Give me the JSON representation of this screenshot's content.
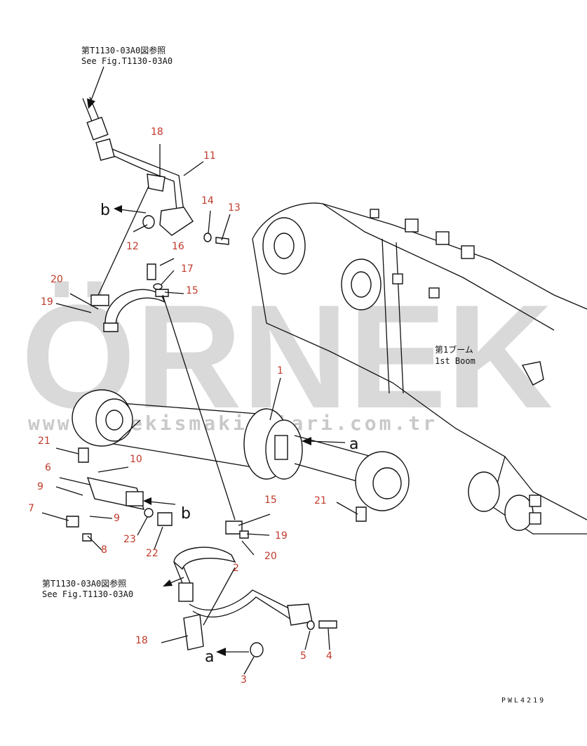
{
  "watermark": {
    "brand": "ÖRNEK",
    "url": "www.ornekismakinalari.com.tr",
    "color": "#d9d9d9"
  },
  "notes": {
    "ref_top_jp": "第T1130-03A0図参照",
    "ref_top_en": "See Fig.T1130-03A0",
    "ref_bottom_jp": "第T1130-03A0図参照",
    "ref_bottom_en": "See Fig.T1130-03A0",
    "boom_jp": "第1ブーム",
    "boom_en": "1st Boom",
    "drawing_no": "PWL4219"
  },
  "arrow_letters": {
    "b_top": "b",
    "a_right": "a",
    "b_mid": "b",
    "a_bottom": "a"
  },
  "label_color": "#c0392b",
  "callouts": {
    "c1": "1",
    "c2": "2",
    "c3": "3",
    "c4": "4",
    "c5": "5",
    "c6": "6",
    "c7": "7",
    "c8": "8",
    "c9a": "9",
    "c9b": "9",
    "c10": "10",
    "c11": "11",
    "c12": "12",
    "c13": "13",
    "c14": "14",
    "c15a": "15",
    "c15b": "15",
    "c16": "16",
    "c17": "17",
    "c18a": "18",
    "c18b": "18",
    "c19a": "19",
    "c19b": "19",
    "c20a": "20",
    "c20b": "20",
    "c21a": "21",
    "c21b": "21",
    "c22": "22",
    "c23": "23"
  }
}
